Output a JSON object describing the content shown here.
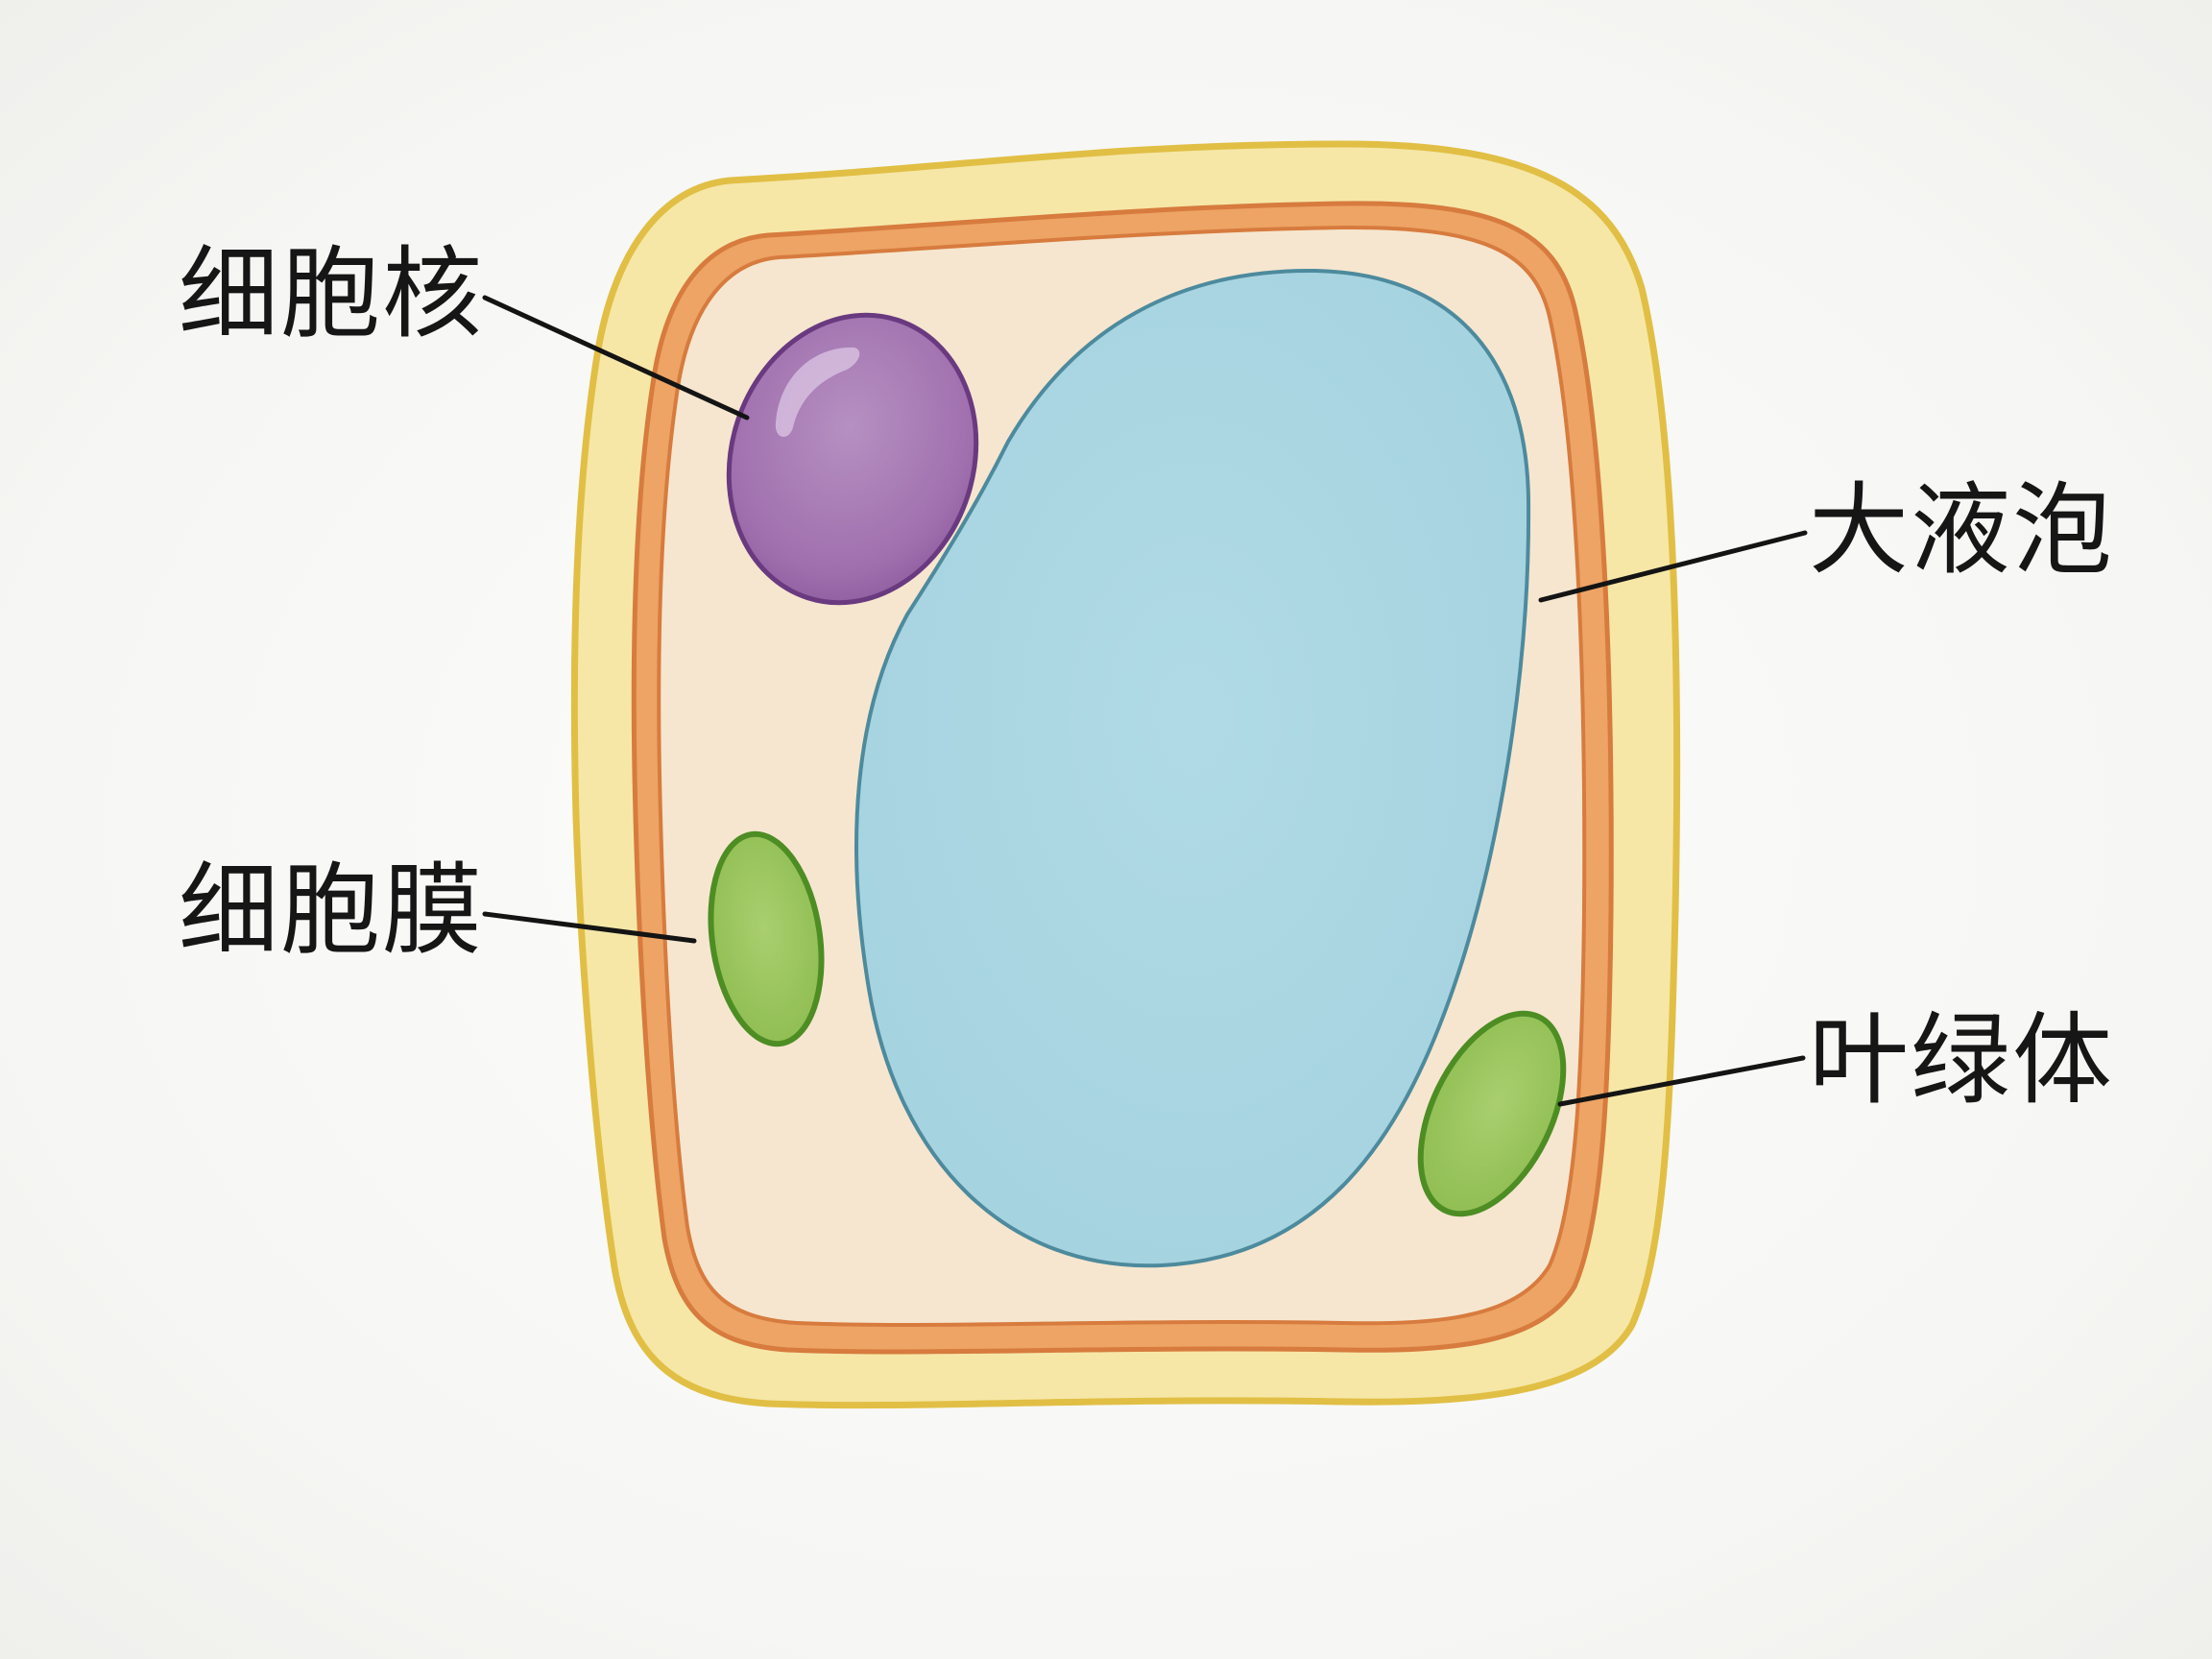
{
  "labels": {
    "nucleus": "细胞核",
    "cell_membrane": "细胞膜",
    "vacuole": "大液泡",
    "chloroplast": "叶绿体"
  },
  "colors": {
    "background": "#f7f7f5",
    "cell_wall_fill": "#f6e7a7",
    "cell_wall_stroke": "#e1bf45",
    "membrane_band": "#eda465",
    "membrane_stroke": "#d77b3e",
    "cytoplasm": "#f6e6cf",
    "vacuole_fill": "#a9d6e2",
    "vacuole_stroke": "#4d8a9d",
    "nucleus_fill": "#a070ae",
    "nucleus_stroke": "#6a3a80",
    "chloroplast_fill": "#9ac35d",
    "chloroplast_stroke": "#4d8d24",
    "leader_line": "#141414",
    "label_text": "#161616"
  }
}
